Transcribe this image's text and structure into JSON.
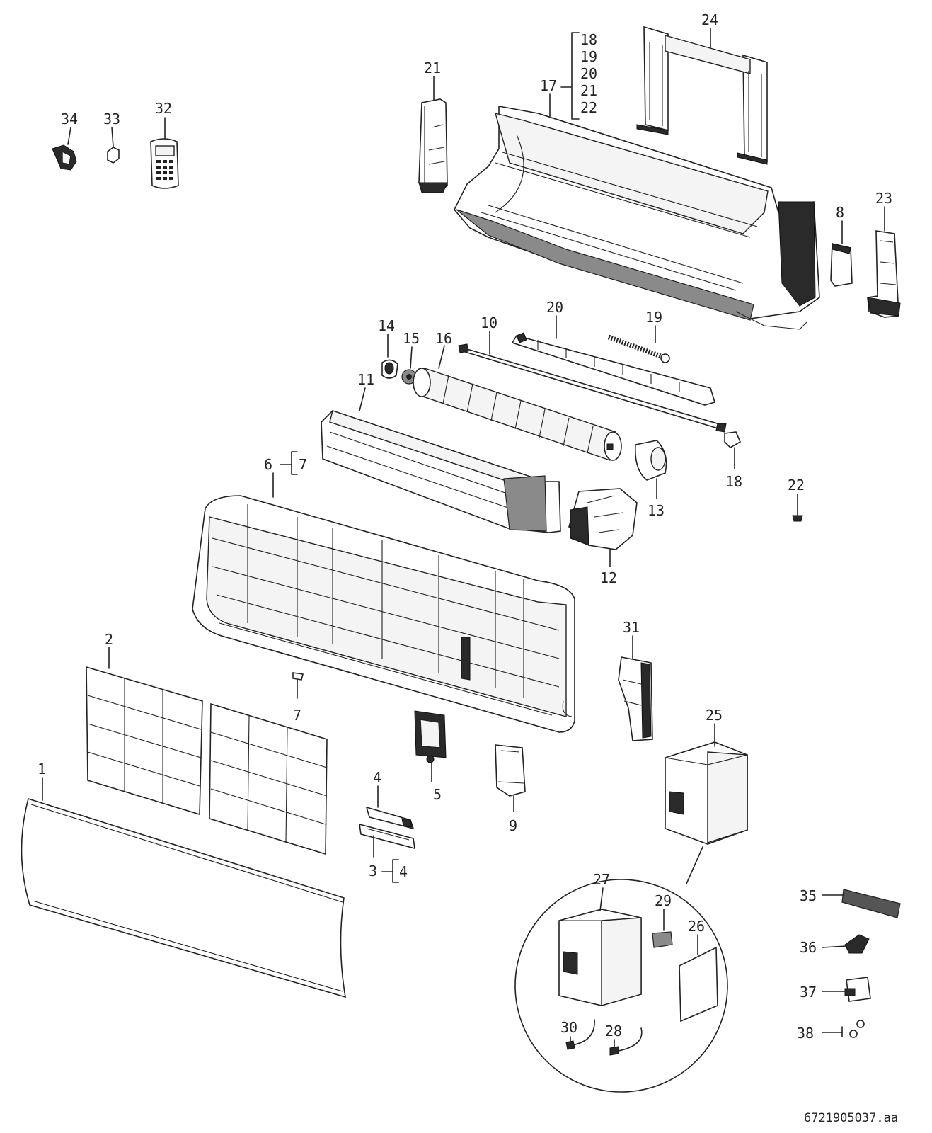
{
  "document_ref": "6721905037.aa",
  "callouts": {
    "c1": "1",
    "c2": "2",
    "c3": "3",
    "c3_sub": "4",
    "c4": "4",
    "c5": "5",
    "c6": "6",
    "c6_sub": "7",
    "c7": "7",
    "c8": "8",
    "c9": "9",
    "c10": "10",
    "c11": "11",
    "c12": "12",
    "c13": "13",
    "c14": "14",
    "c15": "15",
    "c16": "16",
    "c17": "17",
    "c17_sub": [
      "18",
      "19",
      "20",
      "21",
      "22"
    ],
    "c18": "18",
    "c19": "19",
    "c20": "20",
    "c21": "21",
    "c22": "22",
    "c23": "23",
    "c24": "24",
    "c25": "25",
    "c26": "26",
    "c27": "27",
    "c28": "28",
    "c29": "29",
    "c30": "30",
    "c31": "31",
    "c32": "32",
    "c33": "33",
    "c34": "34",
    "c35": "35",
    "c36": "36",
    "c37": "37",
    "c38": "38"
  }
}
